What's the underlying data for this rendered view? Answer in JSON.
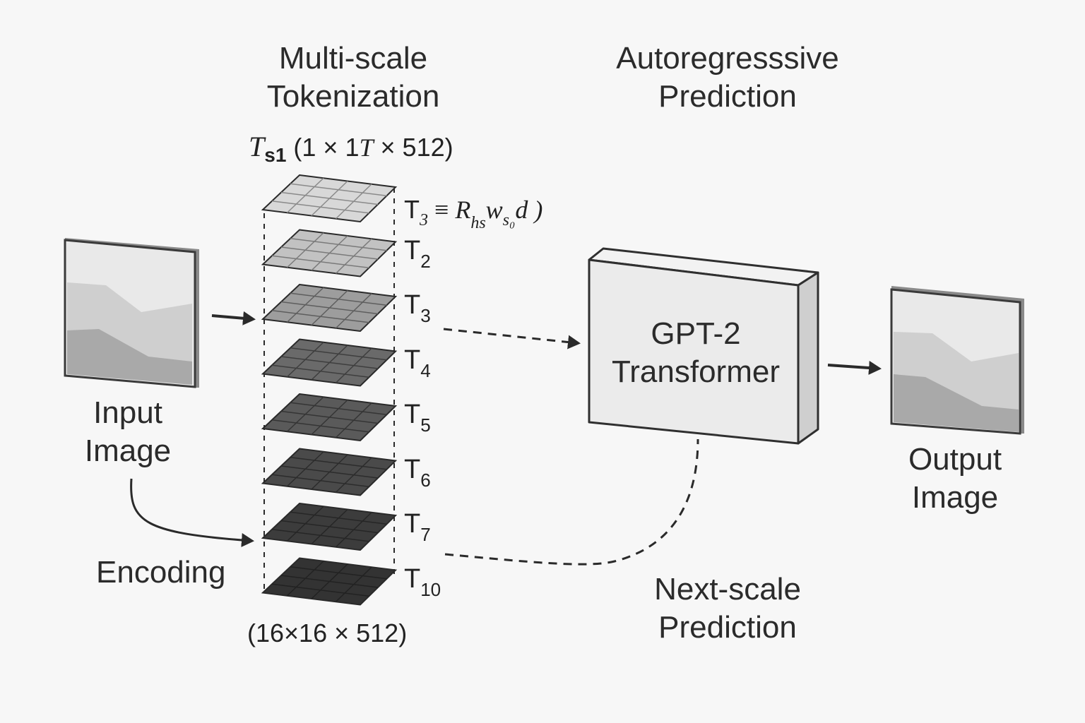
{
  "header": {
    "tokenization_title": [
      "Multi-scale",
      "Tokenization"
    ],
    "prediction_title": [
      "Autoregresssive",
      "Prediction"
    ]
  },
  "input": {
    "label": [
      "Input",
      "Image"
    ]
  },
  "output": {
    "label": [
      "Output",
      "Image"
    ]
  },
  "encoding_label": "Encoding",
  "transformer": {
    "label": [
      "GPT-2",
      "Transformer"
    ]
  },
  "next_scale_label": [
    "Next-scale",
    "Prediction"
  ],
  "top_token": {
    "symbol": "T",
    "subscript": "s1",
    "dims": "(1 × 1",
    "dims_italic": "T",
    "dims_tail": " × 512)"
  },
  "formula": {
    "lhs": "T",
    "lhs_sub": "3",
    "eq": " ≡ ",
    "rhs": "R",
    "rhs_sub": "hs",
    "w": "w",
    "w_sub": "s₀",
    "tail": "d )"
  },
  "bottom_dims": "(16×16 × 512)",
  "layers": [
    {
      "base": "T",
      "sub": "2",
      "fill": "#c2c2c2",
      "grid": "#7a7a7a"
    },
    {
      "base": "T",
      "sub": "3",
      "fill": "#9d9d9d",
      "grid": "#5e5e5e"
    },
    {
      "base": "T",
      "sub": "4",
      "fill": "#6a6a6a",
      "grid": "#3e3e3e"
    },
    {
      "base": "T",
      "sub": "5",
      "fill": "#5a5a5a",
      "grid": "#353535"
    },
    {
      "base": "T",
      "sub": "6",
      "fill": "#4a4a4a",
      "grid": "#2c2c2c"
    },
    {
      "base": "T",
      "sub": "7",
      "fill": "#3c3c3c",
      "grid": "#262626"
    },
    {
      "base": "T",
      "sub": "10",
      "fill": "#333333",
      "grid": "#222222"
    }
  ],
  "top_layer": {
    "fill": "#d8d8d8",
    "grid": "#8a8a8a"
  },
  "colors": {
    "background": "#f7f7f7",
    "line": "#2a2a2a",
    "box": "#ececec"
  }
}
